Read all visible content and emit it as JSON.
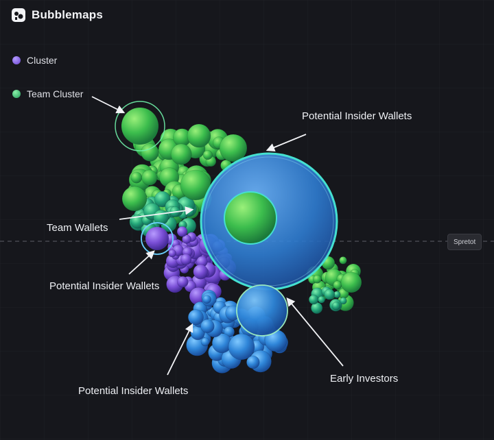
{
  "app": {
    "name": "Bubblemaps",
    "logo_icon": "bubblemaps-logo-icon"
  },
  "legend": {
    "items": [
      {
        "label": "Cluster",
        "color": "#7b5ce0"
      },
      {
        "label": "Team Cluster",
        "color": "#2fb36a"
      }
    ]
  },
  "divider": {
    "label": "Spretot"
  },
  "annotations": {
    "potential_insider_top": "Potential Insider Wallets",
    "team_wallets": "Team Wallets",
    "potential_insider_mid": "Potential Insider Wallets",
    "potential_insider_bottom": "Potential Insider Wallets",
    "early_investors": "Early Investors"
  },
  "colors": {
    "background": "#16171c",
    "highlight_ring": "#45e0d0",
    "team_green": "#3fbf5a",
    "insider_blue": "#2f86d9",
    "cluster_purple": "#7a4fd6"
  }
}
